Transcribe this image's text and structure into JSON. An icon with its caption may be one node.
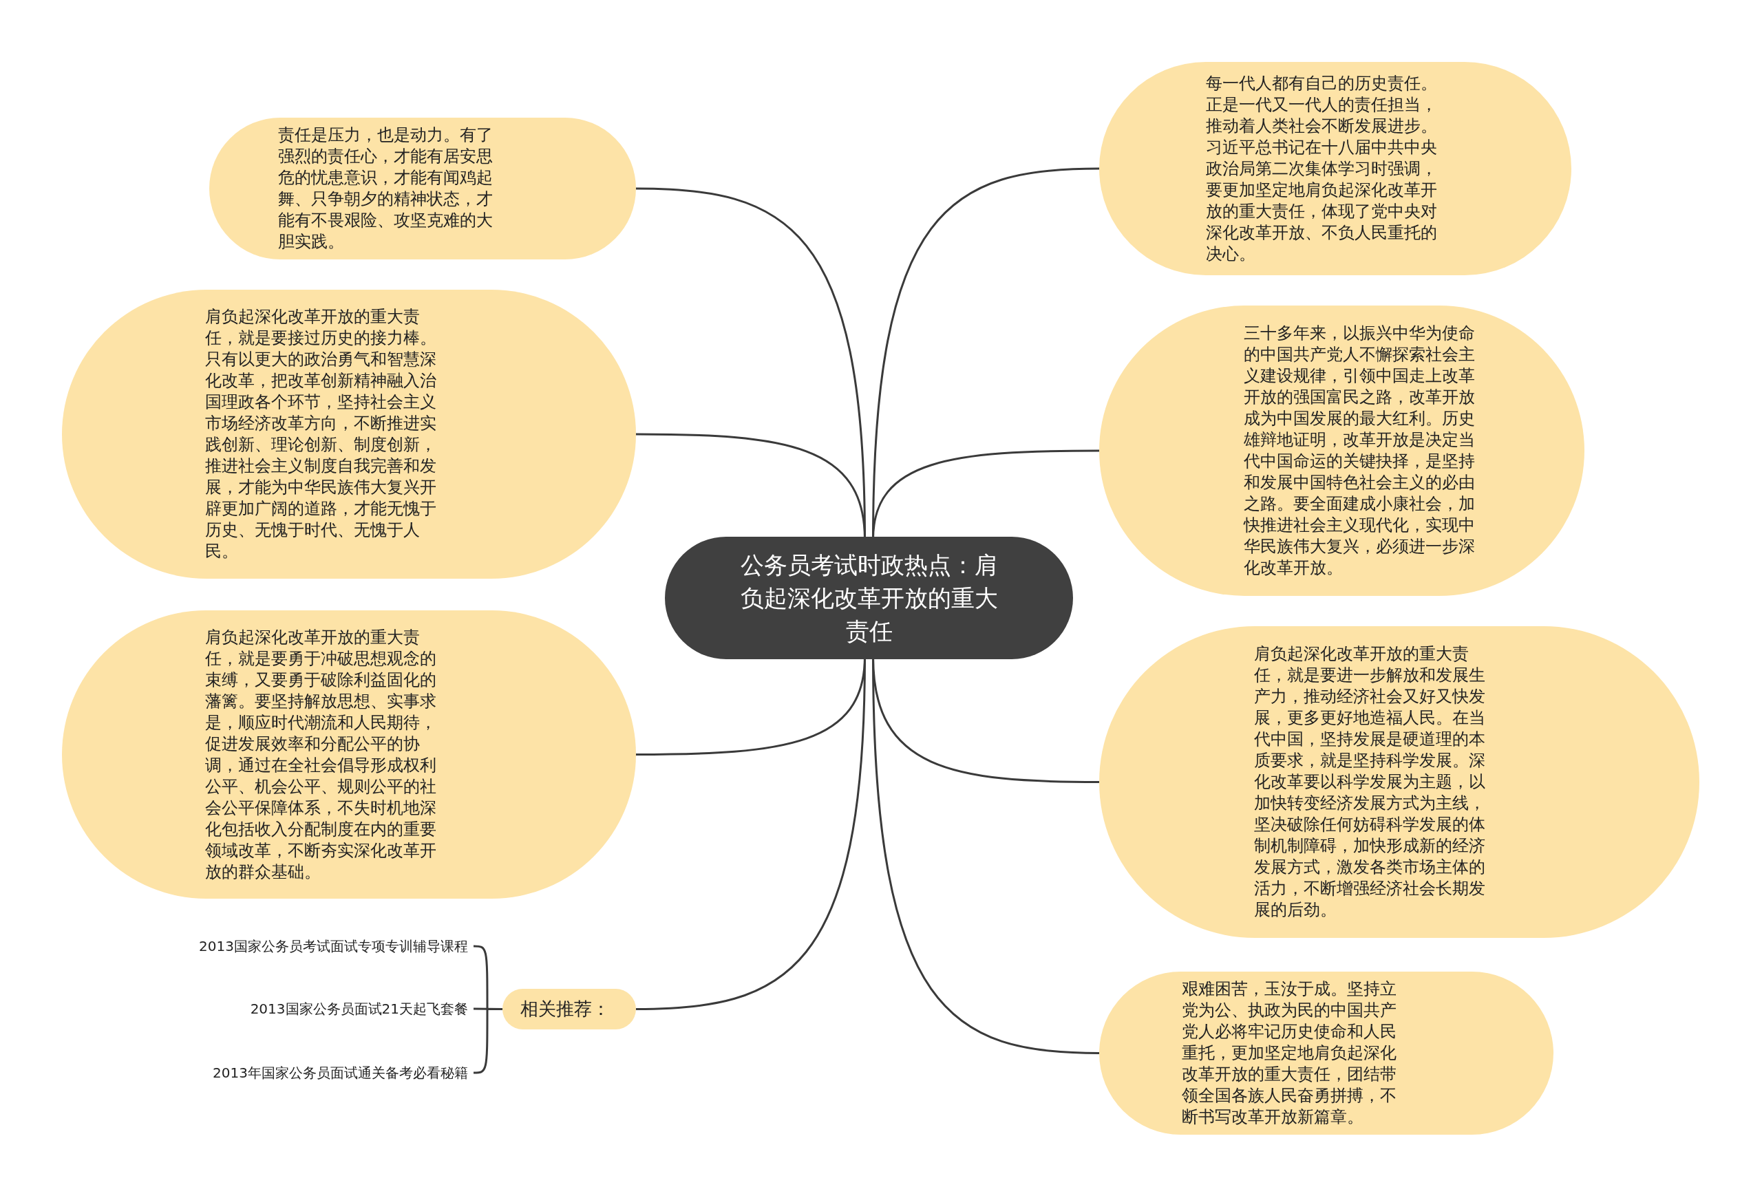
{
  "diagram": {
    "nodes": [
      {
        "text": [
          "公务员考试时政热点：肩负起深化改革开放的重大责任"
        ]
      },
      {
        "text": [
          "每一代人都有自己的历史责任。正是一代又一代人的责任担当，推动着人类社会不断发展进步。习近平总书记在十八届中共中央政治局第二次集体学习时强调，要更加坚定地肩负起深化改革开放的重大责任，体现了党中央对深化改革开放、不负人民重托的决心。"
        ]
      },
      {
        "text": [
          "三十多年来，以振兴中华为使命的中国共产党人不懈探索社会主义建设规律，引领中国走上改革开放的强国富民之路，改革开放成为中国发展的最大红利。历史雄辩地证明，改革开放是决定当代中国命运的关键抉择，是坚持和发展中国特色社会主义的必由之路。要全面建成小康社会，加快推进社会主义现代化，实现中华民族伟大复兴，必须进一步深化改革开放。"
        ]
      },
      {
        "text": [
          "肩负起深化改革开放的重大责任，就是要进一步解放和发展生产力，推动经济社会又好又快发展，更多更好地造福人民。在当代中国，坚持发展是硬道理的本质要求，就是坚持科学发展。深化改革要以科学发展为主题，以加快转变经济发展方式为主线，坚决破除任何妨碍科学发展的体制机制障碍，加快形成新的经济发展方式，激发各类市场主体的活力，不断增强经济社会长期发展的后劲。"
        ]
      },
      {
        "text": [
          "艰难困苦，玉汝于成。坚持立党为公、执政为民的中国共产党人必将牢记历史使命和人民重托，更加坚定地肩负起深化改革开放的重大责任，团结带领全国各族人民奋勇拼搏，不断书写改革开放新篇章。"
        ]
      },
      {
        "text": [
          "责任是压力，也是动力。有了强烈的责任心，才能有居安思危的忧患意识，才能有闻鸡起舞、只争朝夕的精神状态，才能有不畏艰险、攻坚克难的大胆实践。"
        ]
      },
      {
        "text": [
          "肩负起深化改革开放的重大责任，就是要接过历史的接力棒。只有以更大的政治勇气和智慧深化改革，把改革创新精神融入治国理政各个环节，坚持社会主义市场经济改革方向，不断推进实践创新、理论创新、制度创新，推进社会主义制度自我完善和发展，才能为中华民族伟大复兴开辟更加广阔的道路，才能无愧于历史、无愧于时代、无愧于人民。"
        ]
      },
      {
        "text": [
          "肩负起深化改革开放的重大责任，就是要勇于冲破思想观念的束缚，又要勇于破除利益固化的藩篱。要坚持解放思想、实事求是，顺应时代潮流和人民期待，促进发展效率和分配公平的协调，通过在全社会倡导形成权利公平、机会公平、规则公平的社会公平保障体系，不失时机地深化包括收入分配制度在内的重要领域改革，不断夯实深化改革开放的群众基础。"
        ]
      },
      {
        "text": [
          "相关推荐："
        ]
      },
      {
        "text": [
          "2013国家公务员考试面试专项专训辅导课程"
        ]
      },
      {
        "text": [
          "2013国家公务员面试21天起飞套餐"
        ]
      },
      {
        "text": [
          "2013年国家公务员面试通关备考必看秘籍"
        ]
      }
    ],
    "edges": [
      {
        "from": 0,
        "to": 1,
        "arrow": "none"
      },
      {
        "from": 0,
        "to": 2,
        "arrow": "none"
      },
      {
        "from": 0,
        "to": 3,
        "arrow": "none"
      },
      {
        "from": 0,
        "to": 4,
        "arrow": "none"
      },
      {
        "from": 0,
        "to": 5,
        "arrow": "none"
      },
      {
        "from": 0,
        "to": 6,
        "arrow": "none"
      },
      {
        "from": 0,
        "to": 7,
        "arrow": "none"
      },
      {
        "from": 0,
        "to": 8,
        "arrow": "none"
      },
      {
        "from": 8,
        "to": 9,
        "arrow": "none"
      },
      {
        "from": 8,
        "to": 10,
        "arrow": "none"
      },
      {
        "from": 8,
        "to": 11,
        "arrow": "none"
      }
    ]
  }
}
